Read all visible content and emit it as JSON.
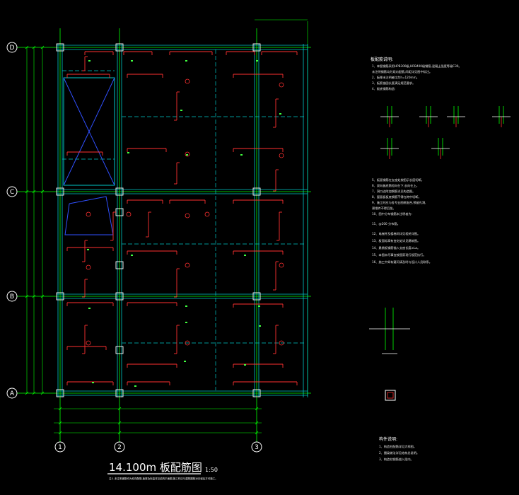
{
  "drawing": {
    "title": "14.100m 板配筋图",
    "scale": "1:50",
    "subtitle_note": "注:1.未注明钢筋均为双向配筋,板厚及标高详见结构平面图,施工时应与建筑图核对无误后方可施工。"
  },
  "axes": {
    "rows": [
      "D",
      "C",
      "B",
      "A"
    ],
    "cols": [
      "1",
      "2",
      "3"
    ]
  },
  "notes": {
    "header": "板配筋说明:",
    "items": [
      "1、本图钢筋采用HPB300级,HRB400级钢筋,混凝土强度等级C30。",
      "   未注明钢筋均为双向配筋,间距详见图中标注。",
      "2、板厚未注明者均为h=120mm。",
      "3、板筋锚固长度满足规范要求。",
      "4、板底钢筋构造:",
      "5、板面钢筋在支座处按图示长度切断。",
      "6、双向板底筋短向在下,长向在上。",
      "7、洞口边附加钢筋详见构造图。",
      "8、屋面板板底钢筋不得在跨中切断。",
      "9、施工时应与各专业图纸配合,预留孔洞,",
      "   预埋件不得后凿。",
      "10、图中分布钢筋未注明者为:",
      "11、@200 分布筋。",
      "12、电梯井及楼梯间详见相关详图。",
      "13、板面标高有变化处详见建筑图。",
      "14、悬挑板钢筋锚入支座长度≥La。",
      "15、本图未尽事宜按国家现行规范执行。",
      "16、施工中如有疑问请及时与设计人员联系。"
    ],
    "footer_header": "构件说明:",
    "footer_items": [
      "1、构造柱配筋详见大样图。",
      "2、圈梁做法详见结构总说明。",
      "3、构造柱钢筋锚入梁内。"
    ]
  },
  "colors": {
    "background": "#000000",
    "grid": "#00ff00",
    "beam": "#00c8c8",
    "rebar": "#ff3030",
    "annotation": "#ffffff",
    "bubble": "#ffffff"
  }
}
